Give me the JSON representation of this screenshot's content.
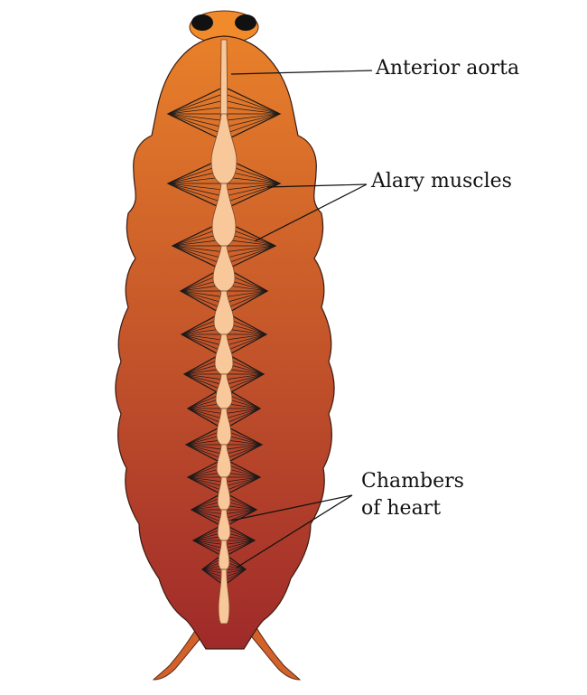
{
  "labels": {
    "anterior_aorta": "Anterior aorta",
    "alary_muscles": "Alary muscles",
    "chambers_line1": "Chambers",
    "chambers_line2": "of heart"
  },
  "colors": {
    "body_top": "#e8802a",
    "body_bottom": "#9f2a2a",
    "heart": "#f8c79a",
    "muscle": "#1a1a1a",
    "leader": "#111111",
    "head": "#f08a2a",
    "eye": "#111111"
  },
  "heart_chambers": 12,
  "alary_muscle_pairs": 12
}
